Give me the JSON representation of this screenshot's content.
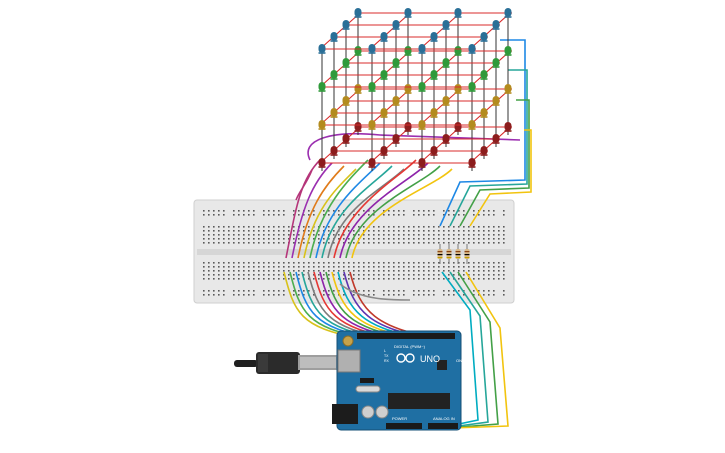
{
  "circuit": {
    "board_brand": "UNO",
    "board_subtitle": "DIGITAL (PWM~)",
    "board_logo": "arduino-logo",
    "analog_label": "ANALOG IN",
    "power_label": "POWER",
    "on_label": "ON",
    "tx_label": "TX",
    "rx_label": "RX",
    "l_label": "L"
  },
  "cube": {
    "layers": 4,
    "columns": 4,
    "rows": 4,
    "layer_colors": [
      "#2a6f97",
      "#2f9a3a",
      "#b38b1e",
      "#8c1d1d"
    ],
    "frame_color": "#d92b2b"
  },
  "wire_colors": [
    "#b5357a",
    "#9b2fb0",
    "#e07b1a",
    "#d8c21b",
    "#4caf50",
    "#1e88e5",
    "#26a69a",
    "#7c7c7c",
    "#e53935",
    "#8e24aa",
    "#43a047",
    "#f2c40f",
    "#00acc1",
    "#5e35b1",
    "#c0392b",
    "#6d4c41"
  ],
  "icons": {
    "usb_cable": "usb-cable-icon",
    "power_jack": "dc-power-jack-icon",
    "reset_button": "reset-button-icon"
  }
}
